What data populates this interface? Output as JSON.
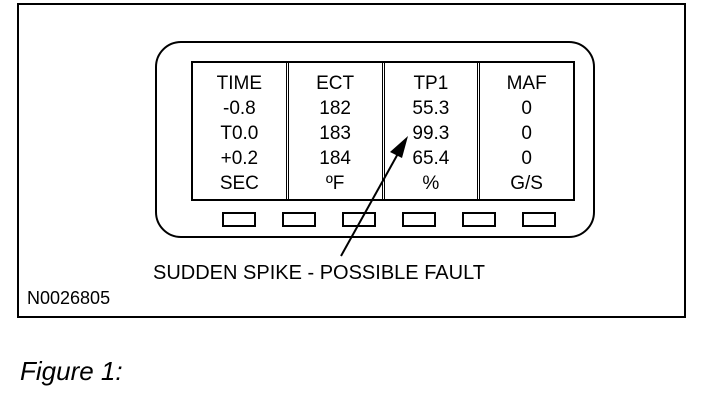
{
  "display": {
    "columns": [
      {
        "header": "TIME",
        "values": [
          "-0.8",
          "T0.0",
          "+0.2"
        ],
        "unit": "SEC"
      },
      {
        "header": "ECT",
        "values": [
          "182",
          "183",
          "184"
        ],
        "unit": "ºF"
      },
      {
        "header": "TP1",
        "values": [
          "55.3",
          "99.3",
          "65.4"
        ],
        "unit": "%"
      },
      {
        "header": "MAF",
        "values": [
          "0",
          "0",
          "0"
        ],
        "unit": "G/S"
      }
    ],
    "soft_key_count": 6
  },
  "annotation": "SUDDEN SPIKE - POSSIBLE FAULT",
  "figure_id": "N0026805",
  "caption": "Figure 1:"
}
